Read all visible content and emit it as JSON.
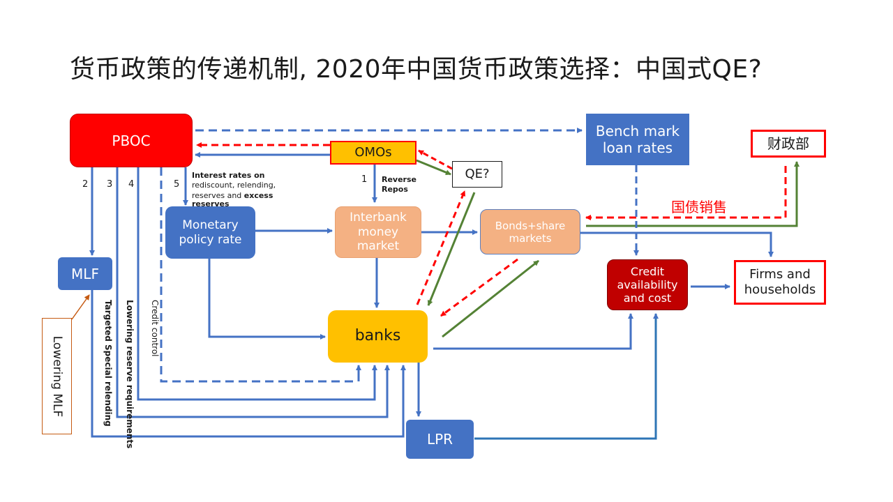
{
  "slide": {
    "title": "货币政策的传递机制, 2020年中国货币政策选择：中国式QE?"
  },
  "nodes": {
    "pboc": "PBOC",
    "omos": "OMOs",
    "qe": "QE?",
    "bench_line1": "Bench mark",
    "bench_line2": "loan rates",
    "mof": "财政部",
    "mpr_line1": "Monetary",
    "mpr_line2": "policy rate",
    "interbank_line1": "Interbank",
    "interbank_line2": "money",
    "interbank_line3": "market",
    "bonds_line1": "Bonds+share",
    "bonds_line2": "markets",
    "mlf": "MLF",
    "credit_line1": "Credit",
    "credit_line2": "availability",
    "credit_line3": "and cost",
    "firms_line1": "Firms and",
    "firms_line2": "households",
    "banks": "banks",
    "lpr": "LPR",
    "lowering_mlf": "Lowering MLF"
  },
  "labels": {
    "n1": "1",
    "n2": "2",
    "n3": "3",
    "n4": "4",
    "n5": "5",
    "reverse_repos_line1": "Reverse",
    "reverse_repos_line2": "Repos",
    "interest_line1": "Interest rates on",
    "interest_line2": "rediscount, relending,",
    "interest_line3_prefix": "reserves and ",
    "interest_line3_bold": "excess",
    "interest_line4": "reserves",
    "bond_sale": "国债销售",
    "targeted_relending": "Targeted Special relending",
    "lowering_rrr": "Lowering  reserve requirements",
    "credit_control": "Credit control"
  },
  "colors": {
    "blue": "#4472c4",
    "red": "#ff0000",
    "green": "#548235",
    "orange_arrow": "#c55a11"
  }
}
